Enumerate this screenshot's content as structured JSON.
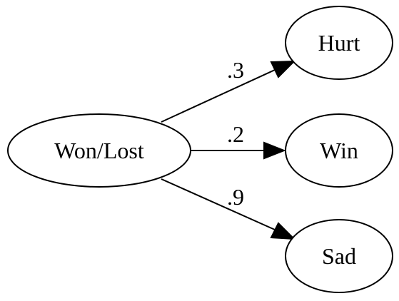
{
  "nodes": {
    "source": {
      "label": "Won/Lost"
    },
    "hurt": {
      "label": "Hurt"
    },
    "win": {
      "label": "Win"
    },
    "sad": {
      "label": "Sad"
    }
  },
  "edges": [
    {
      "from": "Won/Lost",
      "to": "Hurt",
      "label": ".3"
    },
    {
      "from": "Won/Lost",
      "to": "Win",
      "label": ".2"
    },
    {
      "from": "Won/Lost",
      "to": "Sad",
      "label": ".9"
    }
  ],
  "colors": {
    "stroke": "#000000",
    "fill": "#ffffff",
    "background": "#ffffff"
  }
}
